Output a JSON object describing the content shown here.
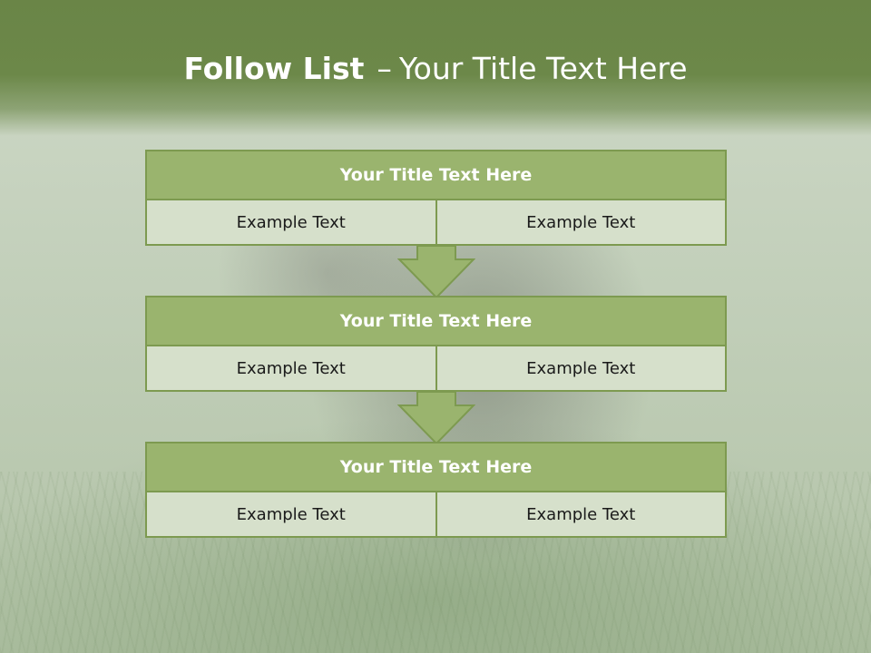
{
  "slide": {
    "title_bold": "Follow List",
    "title_separator": "–",
    "title_rest": "Your Title Text Here"
  },
  "blocks": [
    {
      "title": "Your Title Text Here",
      "cells": [
        "Example Text",
        "Example Text"
      ]
    },
    {
      "title": "Your Title Text Here",
      "cells": [
        "Example Text",
        "Example Text"
      ]
    },
    {
      "title": "Your Title Text Here",
      "cells": [
        "Example Text",
        "Example Text"
      ]
    }
  ],
  "colors": {
    "header_green": "#6a8547",
    "block_title_green": "#9ab46e",
    "border_green": "#7d9a50",
    "cell_background": "#d6e0cb"
  }
}
